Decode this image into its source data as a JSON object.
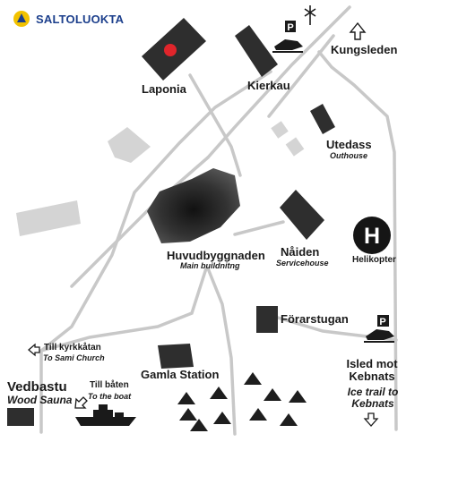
{
  "brand": {
    "name": "SALTOLUOKTA",
    "primary_color": "#1c3f8c",
    "accent_color": "#f2c200"
  },
  "map": {
    "buildings": {
      "laponia": "Laponia",
      "kierkau": "Kierkau",
      "utedass": "Utedass",
      "utedass_en": "Outhouse",
      "huvudbyggnaden": "Huvudbyggnaden",
      "huvudbyggnaden_en": "Main buildnitng",
      "naiden": "Nåiden",
      "naiden_en": "Servicehouse",
      "helikopter": "Helikopter",
      "forarstugan": "Förarstugan",
      "gamla_station": "Gamla Station",
      "vedbastu": "Vedbastu",
      "vedbastu_en": "Wood Sauna"
    },
    "directions": {
      "kungsleden": "Kungsleden",
      "church": "Till kyrkkåtan",
      "church_en": "To Sami Church",
      "boat": "Till båten",
      "boat_en": "To the boat",
      "isled": "Isled mot Kebnats",
      "isled_en": "Ice trail to Kebnats"
    },
    "parking_sign": "P",
    "helipad_letter": "H",
    "colors": {
      "building": "#2e2e2e",
      "road": "#c8c8c8",
      "ghost": "#d4d4d4",
      "marker": "#e0252b"
    }
  }
}
